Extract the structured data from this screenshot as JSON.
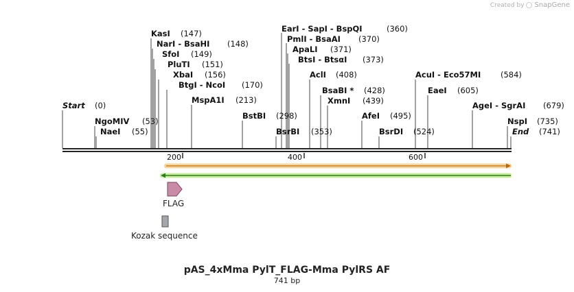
{
  "credit": {
    "prefix": "Created by",
    "brand": "SnapGene"
  },
  "title": "pAS_4xMma PylT_FLAG-Mma PylRS AF",
  "subtitle": "741 bp",
  "sites": [
    {
      "name": "Start",
      "pos": "(0)"
    },
    {
      "name": "NgoMIV",
      "pos": "(53)"
    },
    {
      "name": "NaeI",
      "pos": "(55)"
    },
    {
      "name": "KasI",
      "pos": "(147)"
    },
    {
      "name": "NarI - BsaHI",
      "pos": "(148)"
    },
    {
      "name": "SfoI",
      "pos": "(149)"
    },
    {
      "name": "PluTI",
      "pos": "(151)"
    },
    {
      "name": "XbaI",
      "pos": "(156)"
    },
    {
      "name": "BtgI - NcoI",
      "pos": "(170)"
    },
    {
      "name": "MspA1I",
      "pos": "(213)"
    },
    {
      "name": "BstBI",
      "pos": "(298)"
    },
    {
      "name": "BsrBI",
      "pos": "(353)"
    },
    {
      "name": "EarI - SapI - BspQI",
      "pos": "(360)"
    },
    {
      "name": "PmlI - BsaAI",
      "pos": "(370)"
    },
    {
      "name": "ApaLI",
      "pos": "(371)"
    },
    {
      "name": "BtsI - BtsαI",
      "pos": "(373)"
    },
    {
      "name": "AclI",
      "pos": "(408)"
    },
    {
      "name": "BsaBI *",
      "pos": "(428)"
    },
    {
      "name": "XmnI",
      "pos": "(439)"
    },
    {
      "name": "AfeI",
      "pos": "(495)"
    },
    {
      "name": "BsrDI",
      "pos": "(524)"
    },
    {
      "name": "AcuI - Eco57MI",
      "pos": "(584)"
    },
    {
      "name": "EaeI",
      "pos": "(605)"
    },
    {
      "name": "AgeI - SgrAI",
      "pos": "(679)"
    },
    {
      "name": "NspI",
      "pos": "(735)"
    },
    {
      "name": "End",
      "pos": "(741)"
    }
  ],
  "ruler": {
    "ticks": [
      "200",
      "400",
      "600"
    ]
  },
  "features": [
    {
      "name": "FLAG",
      "color": "#c98aa5"
    },
    {
      "name": "Kozak sequence",
      "color": "#a3a6ab"
    }
  ],
  "colors": {
    "backbone": "#222222",
    "orange_arrow": "#e0a040",
    "orange_halo": "#f5d6a0",
    "green_arrow": "#3a8f2a",
    "green_halo": "#c9ec9c"
  }
}
